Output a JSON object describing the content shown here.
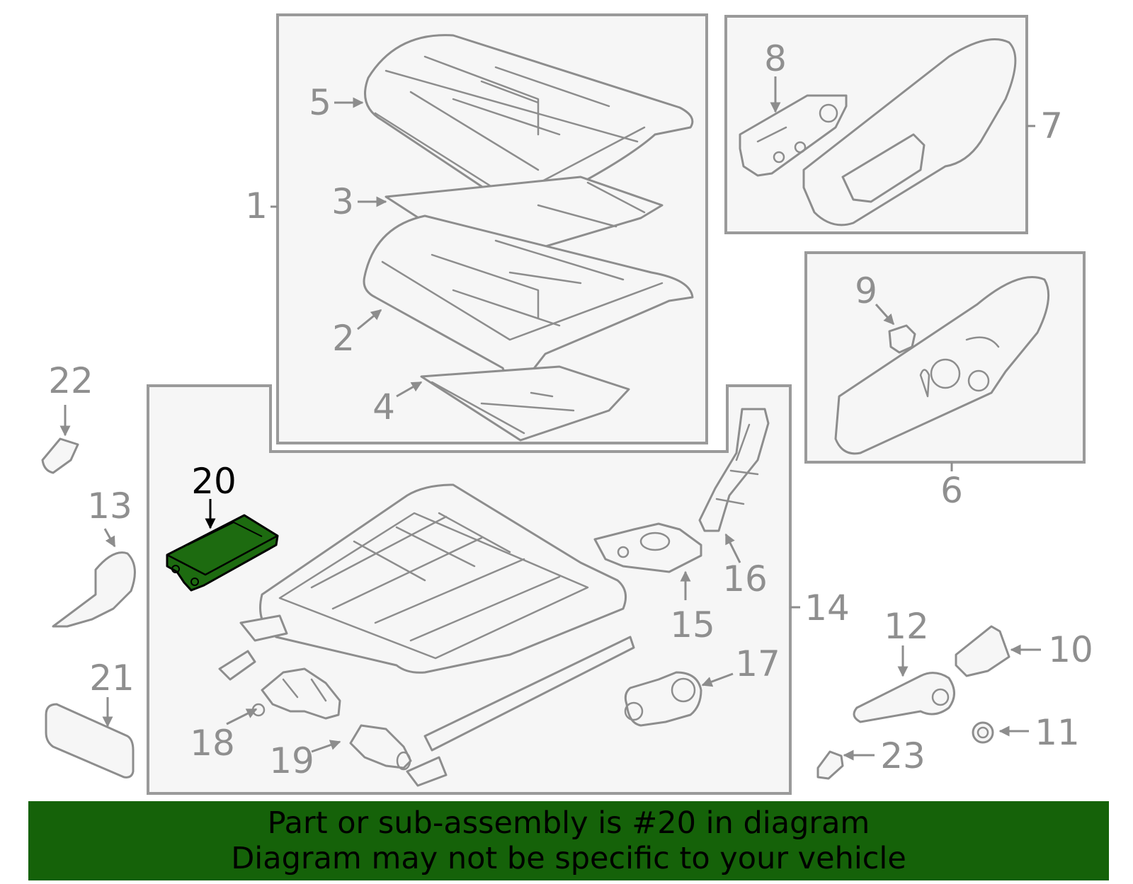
{
  "colors": {
    "highlight_part": "#1d6b10",
    "banner": "#156209",
    "line_art": "#8d8d8d",
    "box_fill": "#f6f6f6"
  },
  "callouts": [
    {
      "id": "1",
      "label": "1"
    },
    {
      "id": "2",
      "label": "2"
    },
    {
      "id": "3",
      "label": "3"
    },
    {
      "id": "4",
      "label": "4"
    },
    {
      "id": "5",
      "label": "5"
    },
    {
      "id": "6",
      "label": "6"
    },
    {
      "id": "7",
      "label": "7"
    },
    {
      "id": "8",
      "label": "8"
    },
    {
      "id": "9",
      "label": "9"
    },
    {
      "id": "10",
      "label": "10"
    },
    {
      "id": "11",
      "label": "11"
    },
    {
      "id": "12",
      "label": "12"
    },
    {
      "id": "13",
      "label": "13"
    },
    {
      "id": "14",
      "label": "14"
    },
    {
      "id": "15",
      "label": "15"
    },
    {
      "id": "16",
      "label": "16"
    },
    {
      "id": "17",
      "label": "17"
    },
    {
      "id": "18",
      "label": "18"
    },
    {
      "id": "19",
      "label": "19"
    },
    {
      "id": "20",
      "label": "20",
      "highlighted": true
    },
    {
      "id": "21",
      "label": "21"
    },
    {
      "id": "22",
      "label": "22"
    },
    {
      "id": "23",
      "label": "23"
    }
  ],
  "banner": {
    "line1": "Part or sub-assembly is #20 in diagram",
    "line2": "Diagram may not be specific to your vehicle"
  }
}
